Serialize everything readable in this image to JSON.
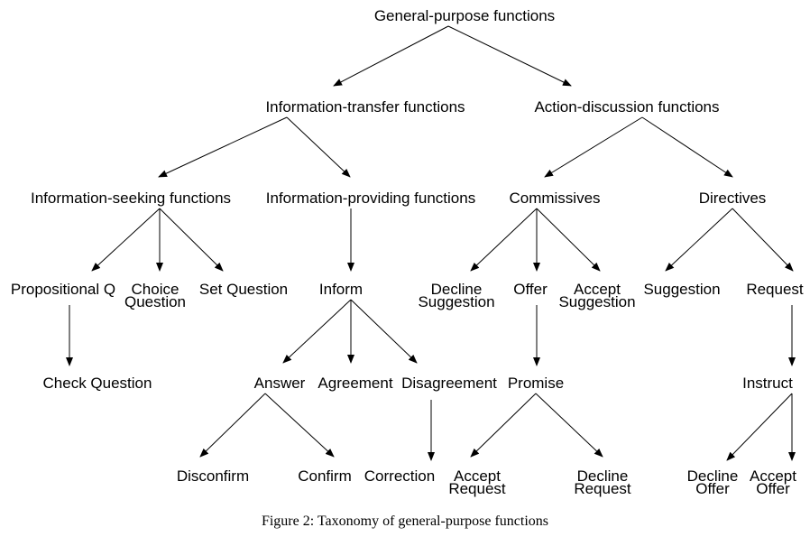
{
  "nodes": {
    "general_purpose": [
      "General-purpose functions"
    ],
    "information_transfer": [
      "Information-transfer functions"
    ],
    "action_discussion": [
      "Action-discussion functions"
    ],
    "information_seeking": [
      "Information-seeking functions"
    ],
    "information_providing": [
      "Information-providing functions"
    ],
    "commissives": [
      "Commissives"
    ],
    "directives": [
      "Directives"
    ],
    "propositional_q": [
      "Propositional Q"
    ],
    "choice_question": [
      "Choice",
      "Question"
    ],
    "set_question": [
      "Set Question"
    ],
    "inform": [
      "Inform"
    ],
    "decline_suggestion": [
      "Decline",
      "Suggestion"
    ],
    "offer": [
      "Offer"
    ],
    "accept_suggestion": [
      "Accept",
      "Suggestion"
    ],
    "suggestion": [
      "Suggestion"
    ],
    "request": [
      "Request"
    ],
    "check_question": [
      "Check Question"
    ],
    "answer": [
      "Answer"
    ],
    "agreement": [
      "Agreement"
    ],
    "disagreement": [
      "Disagreement"
    ],
    "promise": [
      "Promise"
    ],
    "instruct": [
      "Instruct"
    ],
    "disconfirm": [
      "Disconfirm"
    ],
    "confirm": [
      "Confirm"
    ],
    "correction": [
      "Correction"
    ],
    "accept_request": [
      "Accept",
      "Request"
    ],
    "decline_request": [
      "Decline",
      "Request"
    ],
    "decline_offer": [
      "Decline",
      "Offer"
    ],
    "accept_offer": [
      "Accept",
      "Offer"
    ]
  },
  "edges": [
    [
      "general_purpose",
      "information_transfer"
    ],
    [
      "general_purpose",
      "action_discussion"
    ],
    [
      "information_transfer",
      "information_seeking"
    ],
    [
      "information_transfer",
      "information_providing"
    ],
    [
      "action_discussion",
      "commissives"
    ],
    [
      "action_discussion",
      "directives"
    ],
    [
      "information_seeking",
      "propositional_q"
    ],
    [
      "information_seeking",
      "choice_question"
    ],
    [
      "information_seeking",
      "set_question"
    ],
    [
      "information_providing",
      "inform"
    ],
    [
      "commissives",
      "decline_suggestion"
    ],
    [
      "commissives",
      "offer"
    ],
    [
      "commissives",
      "accept_suggestion"
    ],
    [
      "directives",
      "suggestion"
    ],
    [
      "directives",
      "request"
    ],
    [
      "propositional_q",
      "check_question"
    ],
    [
      "inform",
      "answer"
    ],
    [
      "inform",
      "agreement"
    ],
    [
      "inform",
      "disagreement"
    ],
    [
      "offer",
      "promise"
    ],
    [
      "request",
      "instruct"
    ],
    [
      "answer",
      "disconfirm"
    ],
    [
      "answer",
      "confirm"
    ],
    [
      "disagreement",
      "correction"
    ],
    [
      "promise",
      "accept_request"
    ],
    [
      "promise",
      "decline_request"
    ],
    [
      "instruct",
      "decline_offer"
    ],
    [
      "instruct",
      "accept_offer"
    ]
  ],
  "caption": "Figure 2: Taxonomy of general-purpose functions"
}
